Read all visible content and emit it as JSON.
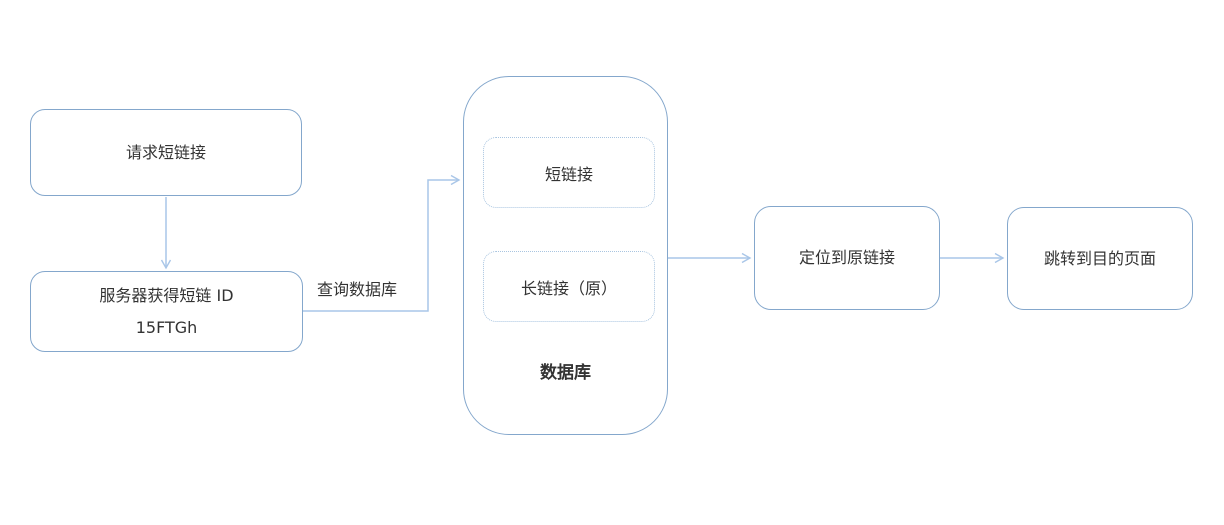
{
  "diagram": {
    "nodes": {
      "request": {
        "label": "请求短链接"
      },
      "server": {
        "line1": "服务器获得短链 ID",
        "line2": "15FTGh"
      },
      "short_link": {
        "label": "短链接"
      },
      "long_link": {
        "label": "长链接（原）"
      },
      "database": {
        "label": "数据库"
      },
      "locate": {
        "label": "定位到原链接"
      },
      "jump": {
        "label": "跳转到目的页面"
      }
    },
    "edges": {
      "query_label": "查询数据库"
    },
    "colors": {
      "node_border": "#84a7cc",
      "container_border": "#84a7cc",
      "dashed_border": "#a9c5e0",
      "arrow": "#a9c6e8",
      "text": "#333333",
      "background": "#ffffff"
    }
  }
}
